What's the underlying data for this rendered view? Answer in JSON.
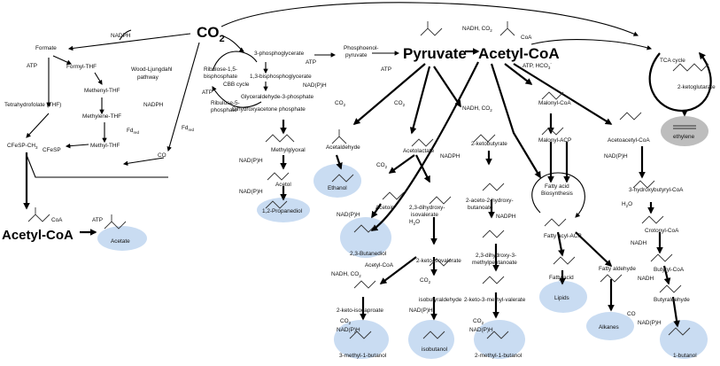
{
  "main": {
    "co2": "CO",
    "co2_sub": "2",
    "pyruvate": "Pyruvate",
    "acetylcoa_center": "Acetyl-CoA",
    "acetylcoa_left": "Acetyl-CoA"
  },
  "wl": {
    "formate": "Formate",
    "nadph": "NADPH",
    "atp": "ATP",
    "formyl_thf": "Formyl-THF",
    "wood_ljungdahl": "Wood-Ljungdahl",
    "pathway": "pathway",
    "methenyl_thf": "Methenyl-THF",
    "nadph2": "NADPH",
    "methylene_thf": "Methylene-THF",
    "fd_red1": "Fd",
    "fd_red2": "Fd",
    "fd_sub": "red",
    "methyl_thf": "Methyl-THF",
    "thf": "Tetrahydrofolate (THF)",
    "cfesp_ch3": "CFeSP-CH",
    "cfesp_ch3_sub": "3",
    "cfesp": "CFeSP",
    "co": "CO",
    "coa_left": "CoA",
    "atp2": "ATP",
    "acetate": "Acetate"
  },
  "cbb": {
    "pg3": "3-phosphoglycerate",
    "atp": "ATP",
    "bpg": "1,3-bisphosphoglycerate",
    "nadph": "NAD(P)H",
    "rubp1": "Ribulose-1,5-",
    "rubp2": "bisphosphate",
    "cbb_cycle": "CBB cycle",
    "g3p": "Glyceraldehyde-3-phosphate",
    "atp2": "ATP",
    "dhap": "Dihydroxyacetone phosphate",
    "ru5p1": "Ribulose-5-",
    "ru5p2": "phosphate",
    "pep1": "Phosphoenol-",
    "pep2": "pyruvate",
    "atp3": "ATP",
    "methylglyoxal": "Methylglyoxal",
    "nadph_a": "NAD(P)H",
    "acetol": "Acetol",
    "nadph_b": "NAD(P)H",
    "propanediol": "1,2-Propanediol"
  },
  "center": {
    "nadh_co2": "NADH, CO",
    "nadh_co2_sub": "2",
    "coa": "CoA",
    "co2_a": "CO",
    "co2_b": "CO",
    "co2_c": "CO",
    "co2_sub": "2",
    "acetaldehyde": "Acetaldehyde",
    "acetolactate": "Acetolactate",
    "nadh_co2_b": "NADH, CO",
    "ketobutyrate": "2-ketobutyrate",
    "ethanol": "Ethanol",
    "nadph_c": "NADPH",
    "acetoin": "Acetoin",
    "dihydroxy1": "2,3-dihydroxy-",
    "dihydroxy2": "isovalerate",
    "aceto1": "2-aceto-2-hydroxy-",
    "aceto2": "butanoate",
    "nadph_d": "NAD(P)H",
    "butanediol": "2,3-Butanediol",
    "h2o_a": "H",
    "h2o_sub": "2",
    "h2o_o": "O",
    "nadph_e": "NADPH",
    "ketoiso": "2-keto-isovalerate",
    "acetylcoa_small": "Acetyl-CoA",
    "dhmp1": "2,3-dihydroxy-3-",
    "dhmp2": "methylpentanoate",
    "nadh_co2_c": "NADH, CO",
    "isobutyraldehyde": "isobutyraldehyde",
    "ketoisocaproate": "2-keto-isocaproate",
    "co2_d": "CO",
    "ketomv": "2-keto-3-methyl-valerate",
    "nadph_f": "NAD(P)H",
    "isobutanol": "isobutanol",
    "co2_e": "CO",
    "nadph_g": "NAD(P)H",
    "methylbutanol3": "3-methyl-1-butanol",
    "co2_f": "CO",
    "nadph_h": "NAD(P)H",
    "methylbutanol2": "2-methyl-1-butanol"
  },
  "right": {
    "tca": "TCA cycle",
    "ketoglutarate": "2-ketoglutarate",
    "ethylene": "ethylene",
    "atp_hco3": "ATP, HCO",
    "hco3_sub": "3",
    "hco3_sup": "-",
    "malonyl_coa": "Malonyl-CoA",
    "malonyl_acp": "Malonyl-ACP",
    "acetoacetyl": "Acetoacetyl-CoA",
    "fa_bio1": "Fatty acid",
    "fa_bio2": "Biosynthesis",
    "nadph_i": "NAD(P)H",
    "hb_coa": "3-hydroxybutyryl-CoA",
    "fatty_acyl_acp": "Fatty acyl-ACP",
    "h2o": "H",
    "h2o_sub": "2",
    "h2o_o": "O",
    "crotonyl": "Crotonyl-CoA",
    "fatty_acid": "Fatty acid",
    "fatty_aldehyde": "Fatty aldehyde",
    "nadh": "NADH",
    "butyryl": "Butyryl-CoA",
    "nadh2": "NADH",
    "butyraldehyde": "Butyraldehyde",
    "lipids": "Lipids",
    "alkanes": "Alkanes",
    "co_r": "CO",
    "butanol": "1-butanol",
    "nadph_j": "NAD(P)H"
  }
}
